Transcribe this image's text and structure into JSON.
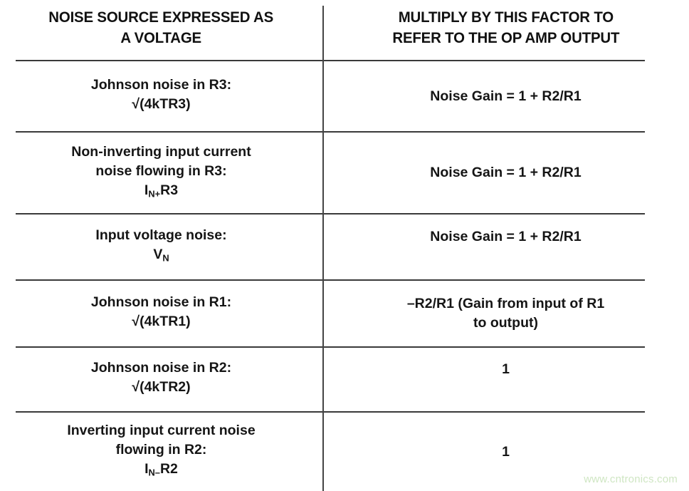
{
  "document": {
    "type": "table",
    "title_visible": false,
    "watermark": "www.cntronics.com",
    "watermark_color": "#cfe6c3",
    "rule_color": "#3a3a3a",
    "text_color": "#151515"
  },
  "table": {
    "columns": [
      {
        "header": "NOISE SOURCE EXPRESSED AS\nA VOLTAGE"
      },
      {
        "header": "MULTIPLY BY THIS FACTOR TO\nREFER TO THE OP AMP OUTPUT"
      }
    ],
    "rows": [
      {
        "source_label": "Johnson noise in R3:",
        "source_formula_prefix": "√(4kTR3)",
        "source_formula_sub": "",
        "source_formula_suffix": "",
        "factor": "Noise Gain = 1 + R2/R1"
      },
      {
        "source_label": "Non-inverting input current\nnoise flowing in R3:",
        "source_formula_prefix": "I",
        "source_formula_sub": "N+",
        "source_formula_suffix": "R3",
        "factor": "Noise Gain = 1 + R2/R1"
      },
      {
        "source_label": "Input voltage noise:",
        "source_formula_prefix": "V",
        "source_formula_sub": "N",
        "source_formula_suffix": "",
        "factor": "Noise Gain = 1 + R2/R1"
      },
      {
        "source_label": "Johnson noise in R1:",
        "source_formula_prefix": "√(4kTR1)",
        "source_formula_sub": "",
        "source_formula_suffix": "",
        "factor": "–R2/R1 (Gain from input of R1\nto output)"
      },
      {
        "source_label": "Johnson noise in R2:",
        "source_formula_prefix": "√(4kTR2)",
        "source_formula_sub": "",
        "source_formula_suffix": "",
        "factor": "1"
      },
      {
        "source_label": "Inverting input current noise\nflowing in R2:",
        "source_formula_prefix": "I",
        "source_formula_sub": "N–",
        "source_formula_suffix": "R2",
        "factor": "1"
      }
    ]
  }
}
